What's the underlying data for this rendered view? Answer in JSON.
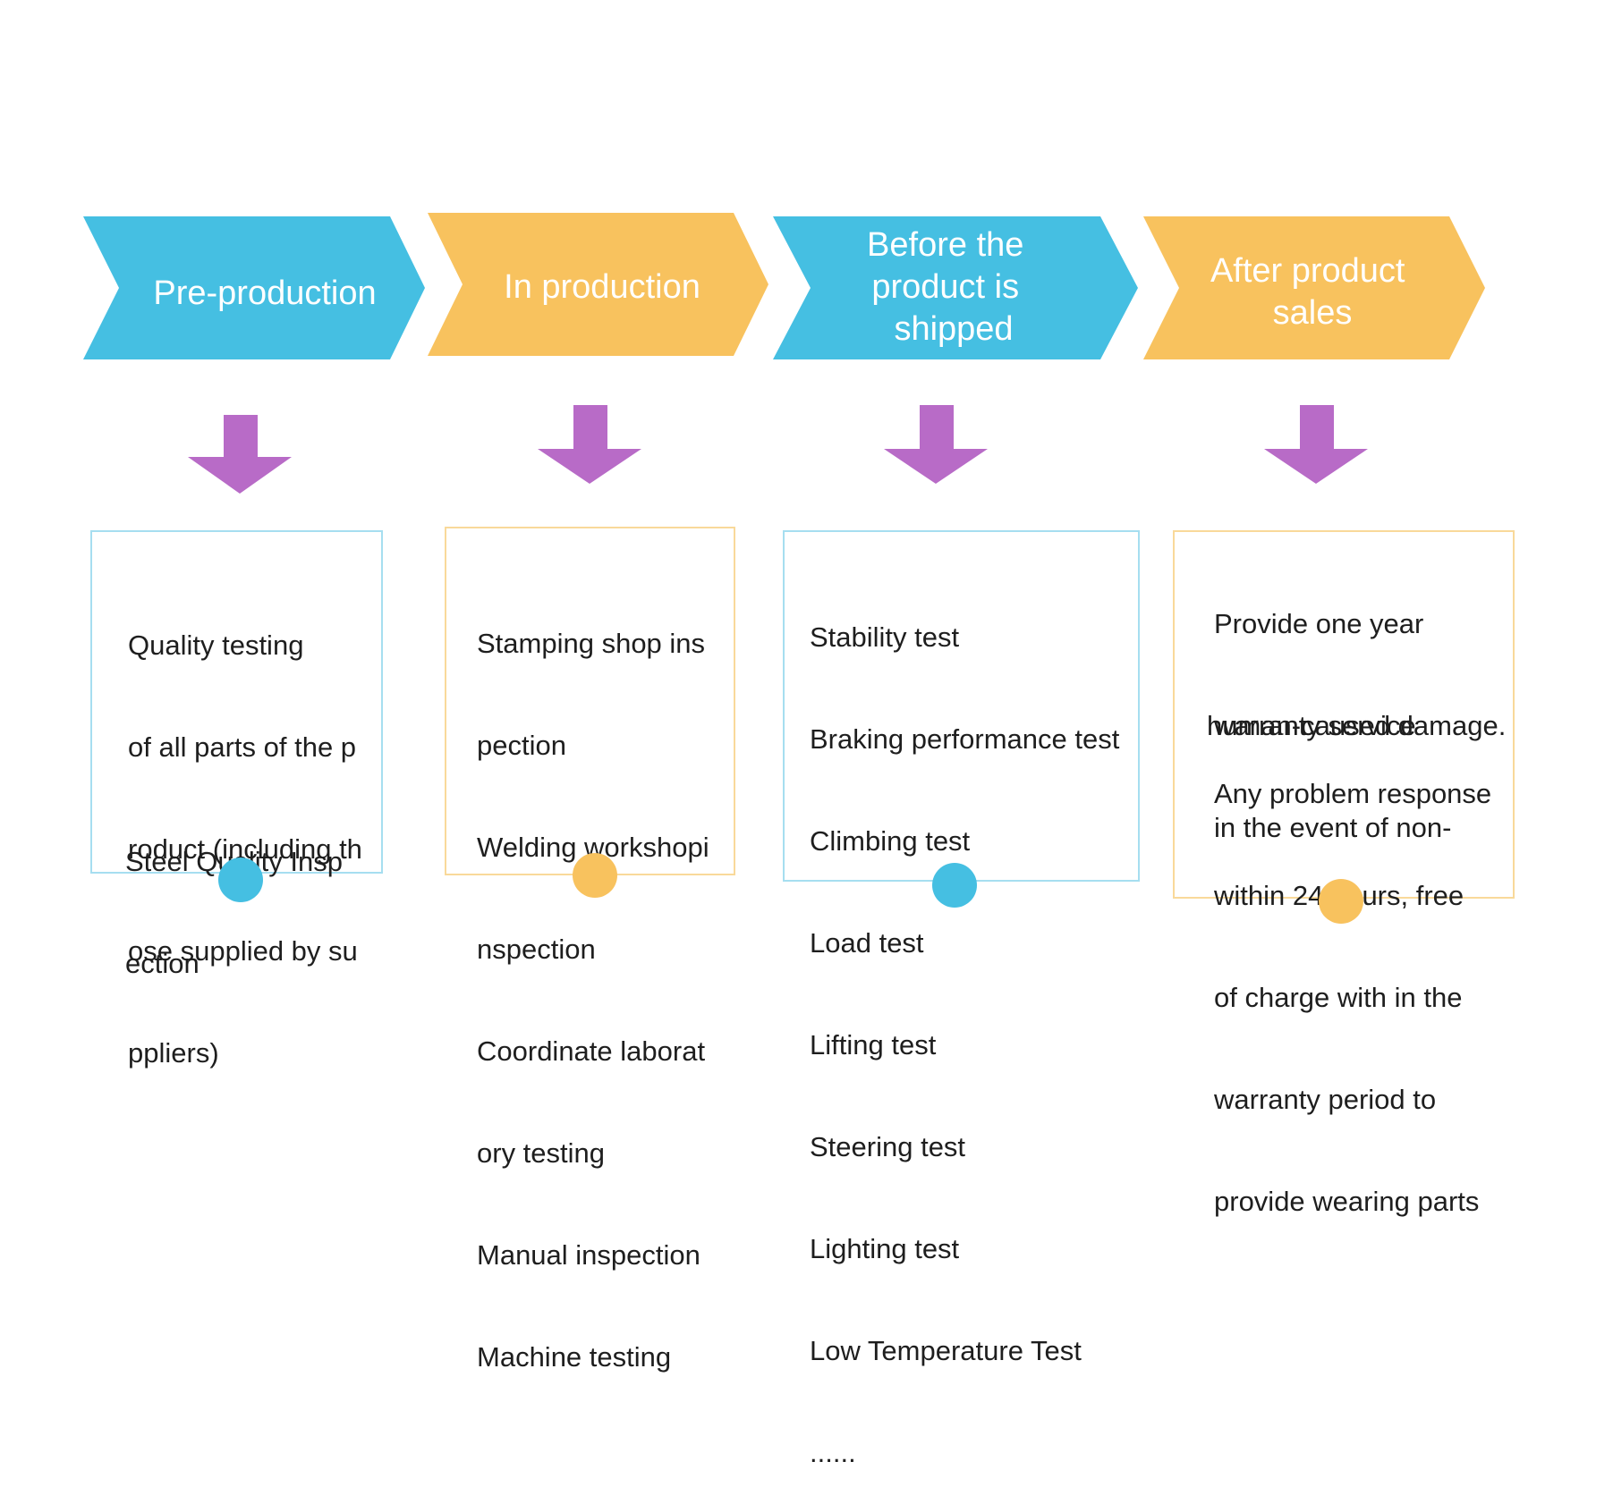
{
  "colors": {
    "blue": "#45bfe2",
    "orange": "#f8c25e",
    "arrow": "#b86bc7",
    "blue_border": "#a6def0",
    "orange_border": "#f9d99a"
  },
  "stages": [
    {
      "title_lines": [
        "Pre-production"
      ],
      "color": "blue",
      "details": {
        "lines": [
          "Quality testing",
          "of all parts of the p",
          "roduct (including th",
          "ose supplied by su",
          "ppliers)"
        ],
        "lines2": [
          "Steel Quality Insp",
          "ection"
        ]
      }
    },
    {
      "title_lines": [
        "In production"
      ],
      "color": "orange",
      "details": {
        "lines": [
          "Stamping shop ins",
          "pection",
          "Welding workshopi",
          "nspection",
          "Coordinate laborat",
          "ory testing",
          "Manual inspection",
          "Machine testing"
        ]
      }
    },
    {
      "title_lines": [
        "Before the",
        "product is",
        "shipped"
      ],
      "color": "blue",
      "details": {
        "lines": [
          "Stability test",
          "Braking performance test",
          "Climbing test",
          "Load test",
          "Lifting test",
          "Steering test",
          "Lighting test",
          "Low Temperature Test",
          "......"
        ]
      }
    },
    {
      "title_lines": [
        "After product",
        "sales"
      ],
      "color": "orange",
      "details": {
        "lines": [
          "Provide one year",
          "warranty service",
          "in the event of non-",
          "human-caused damage."
        ],
        "lines2": [
          "Any problem response",
          "within 24 hours, free",
          "of charge with in the",
          "warranty period to",
          "provide wearing parts"
        ]
      }
    }
  ]
}
